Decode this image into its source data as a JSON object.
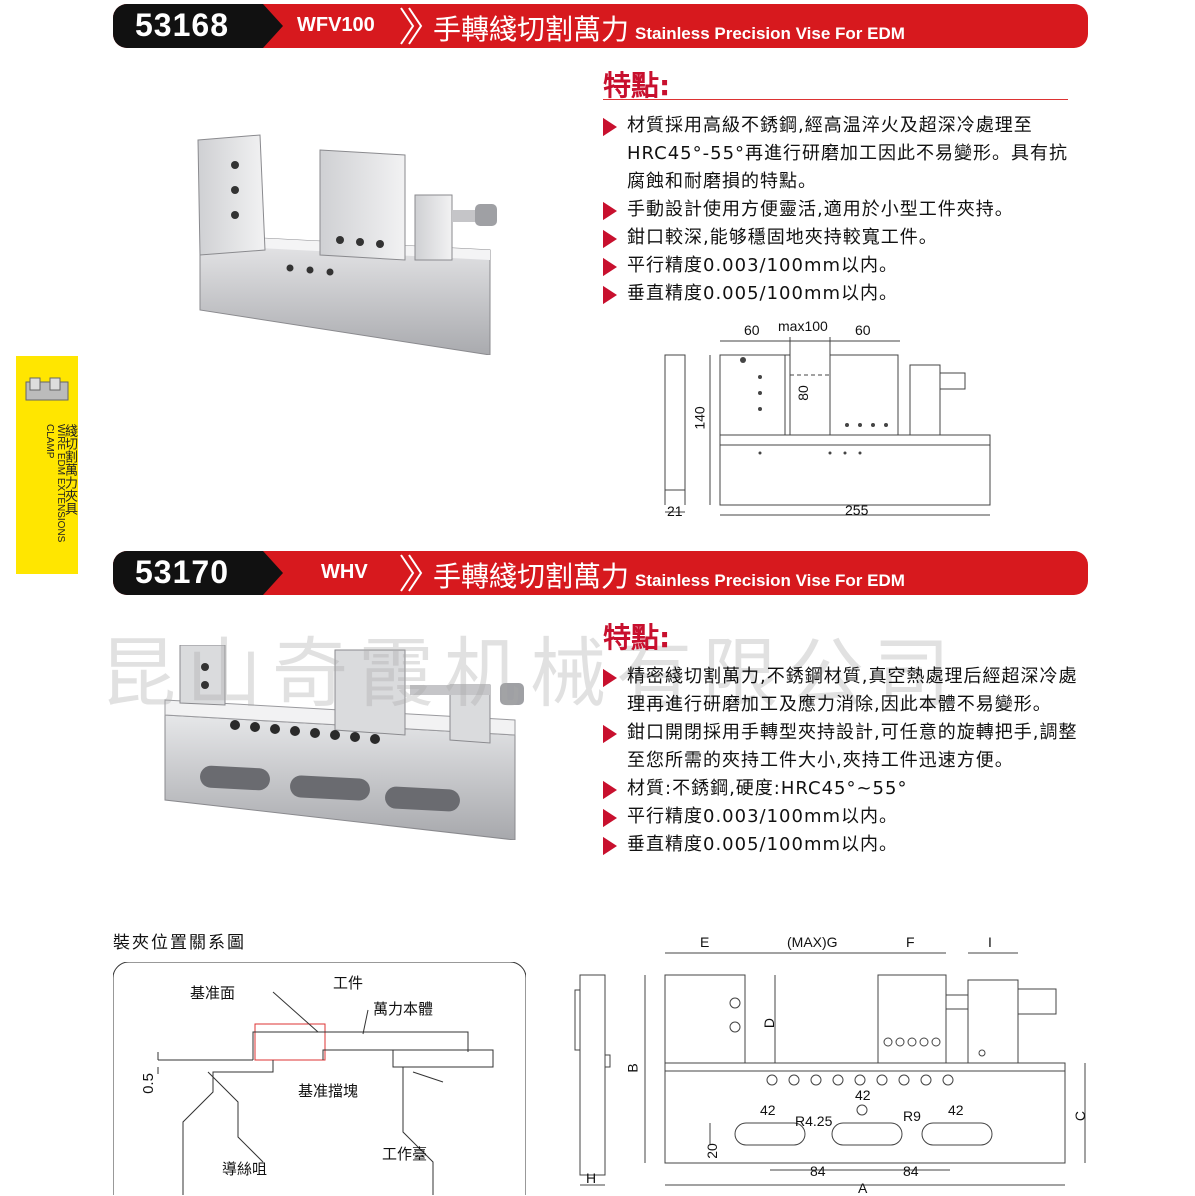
{
  "section1": {
    "code": "53168",
    "model": "WFV100",
    "title_cn": "手轉綫切割萬力",
    "title_en": "Stainless Precision Vise For EDM",
    "features_heading": "特點:",
    "features": [
      "材質採用高級不銹鋼,經高温淬火及超深冷處理至HRC45°-55°再進行研磨加工因此不易變形。具有抗腐蝕和耐磨損的特點。",
      "手動設計使用方便靈活,適用於小型工件夾持。",
      "鉗口較深,能够穩固地夾持較寬工件。",
      "平行精度0.003/100mm以内。",
      "垂直精度0.005/100mm以内。"
    ],
    "dims": {
      "d60a": "60",
      "dmax": "max100",
      "d60b": "60",
      "d80": "80",
      "d140": "140",
      "d21": "21",
      "d255": "255"
    }
  },
  "side_tab": {
    "cn": "綫切割萬力夾具",
    "en": "WIRE EDM EXTENSIONS CLAMP"
  },
  "section2": {
    "code": "53170",
    "model": "WHV",
    "title_cn": "手轉綫切割萬力",
    "title_en": "Stainless Precision Vise For EDM",
    "features_heading": "特點:",
    "features": [
      "精密綫切割萬力,不銹鋼材質,真空熱處理后經超深冷處理再進行研磨加工及應力消除,因此本體不易變形。",
      "鉗口開閉採用手轉型夾持設計,可任意的旋轉把手,調整至您所需的夾持工件大小,夾持工件迅速方便。",
      "材質:不銹鋼,硬度:HRC45°~55°",
      "平行精度0.003/100mm以内。",
      "垂直精度0.005/100mm以内。"
    ],
    "watermark": "昆山奇霞机械有限公司"
  },
  "clamp_diagram": {
    "title": "裝夾位置關系圖",
    "labels": {
      "ref_face": "基准面",
      "workpiece": "工件",
      "vise_body": "萬力本體",
      "ref_block": "基准擋塊",
      "gap": "0.5",
      "wire_nozzle": "導絲咀",
      "worktable": "工作臺"
    }
  },
  "whv_dims": {
    "E": "E",
    "G": "(MAX)G",
    "F": "F",
    "I": "I",
    "D": "D",
    "B": "B",
    "C": "C",
    "H": "H",
    "A": "A",
    "w42a": "42",
    "r425": "R4.25",
    "w42b": "42",
    "r9": "R9",
    "w42c": "42",
    "h20": "20",
    "s84a": "84",
    "s84b": "84"
  },
  "colors": {
    "banner_red": "#d7191e",
    "banner_black": "#111111",
    "accent": "#c8102e",
    "side_tab": "#ffe600"
  }
}
